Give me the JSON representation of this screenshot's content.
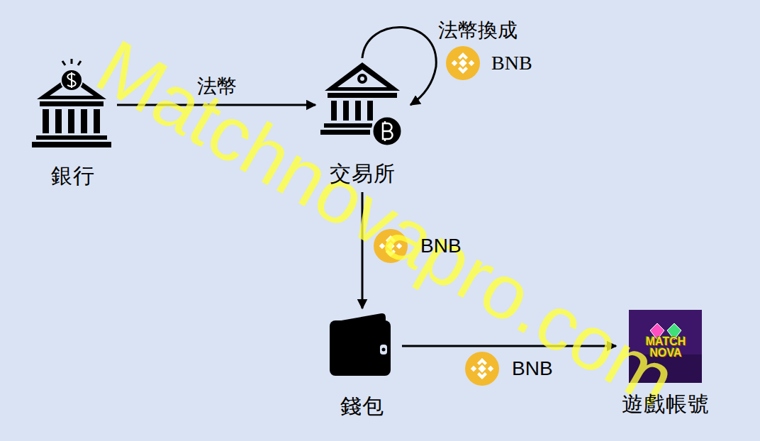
{
  "diagram": {
    "nodes": [
      {
        "text": [
          "銀行"
        ]
      },
      {
        "text": [
          "交易所"
        ]
      },
      {
        "text": [
          "錢包"
        ]
      },
      {
        "text": [
          "MATCH NOVA",
          "遊戲帳號"
        ]
      }
    ],
    "edges": [
      {
        "from": 0,
        "to": 1,
        "label": "法幣",
        "arrow": "to"
      },
      {
        "from": 1,
        "to": 1,
        "label": "法幣換成 BNB",
        "arrow": "to"
      },
      {
        "from": 1,
        "to": 2,
        "label": "BNB",
        "arrow": "to"
      },
      {
        "from": 2,
        "to": 3,
        "label": "BNB",
        "arrow": "to"
      }
    ],
    "labels": [
      "Matchnovapro.com"
    ]
  }
}
